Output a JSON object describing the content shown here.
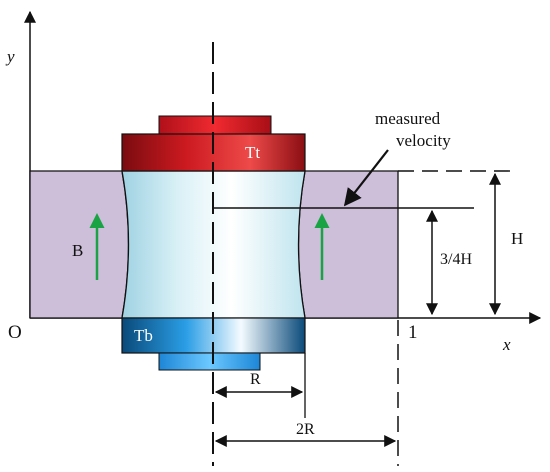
{
  "labels": {
    "y_axis": "y",
    "x_axis": "x",
    "origin": "O",
    "one": "1",
    "magnetic_field": "B",
    "top_electrode": "Tt",
    "bottom_electrode": "Tb",
    "measured_velocity_line1": "measured",
    "measured_velocity_line2": "velocity",
    "height": "H",
    "three_quarter_height": "3/4H",
    "radius": "R",
    "two_radius": "2R"
  },
  "colors": {
    "fluid_region": "#cdbfd9",
    "top_electrode": "#c9101a",
    "bottom_electrode": "#2aa0e8",
    "field_arrow": "#1aa344",
    "outline": "#111111"
  }
}
